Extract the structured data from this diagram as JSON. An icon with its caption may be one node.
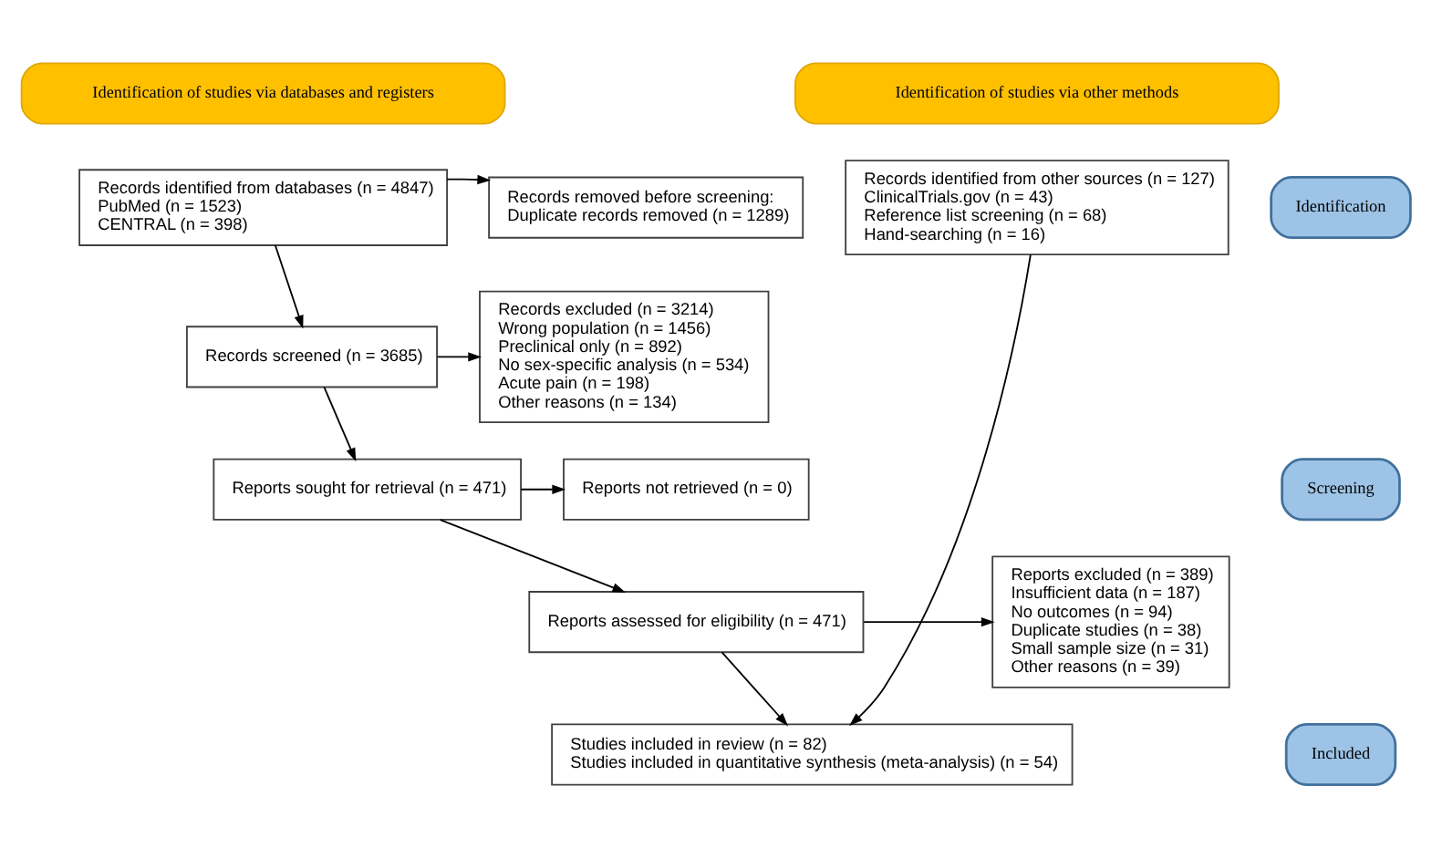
{
  "diagram": {
    "nodes": [
      {
        "text": [
          "Identification of studies via databases and registers"
        ]
      },
      {
        "text": [
          "Identification of studies via other methods"
        ]
      },
      {
        "text": [
          "Identification"
        ]
      },
      {
        "text": [
          "Screening"
        ]
      },
      {
        "text": [
          "Included"
        ]
      },
      {
        "text": [
          "Records identified from databases (n = 4847)",
          "PubMed (n = 1523)",
          "CENTRAL (n = 398)"
        ]
      },
      {
        "text": [
          "Records removed before screening:",
          "Duplicate records removed (n = 1289)"
        ]
      },
      {
        "text": [
          "Records screened (n = 3685)"
        ]
      },
      {
        "text": [
          "Records excluded (n = 3214)",
          "Wrong population (n = 1456)",
          "Preclinical only (n = 892)",
          "No sex-specific analysis (n = 534)",
          "Acute pain (n = 198)",
          "Other reasons (n = 134)"
        ]
      },
      {
        "text": [
          "Reports sought for retrieval (n = 471)"
        ]
      },
      {
        "text": [
          "Reports not retrieved (n = 0)"
        ]
      },
      {
        "text": [
          "Reports assessed for eligibility (n = 471)"
        ]
      },
      {
        "text": [
          "Reports excluded (n = 389)",
          "Insufficient data (n = 187)",
          "No outcomes (n = 94)",
          "Duplicate studies (n = 38)",
          "Small sample size (n = 31)",
          "Other reasons (n = 39)"
        ]
      },
      {
        "text": [
          "Records identified from other sources (n = 127)",
          "ClinicalTrials.gov (n = 43)",
          "Reference list screening (n = 68)",
          "Hand-searching (n = 16)"
        ]
      },
      {
        "text": [
          "Studies included in review (n = 82)",
          "Studies included in quantitative synthesis (meta-analysis) (n = 54)"
        ]
      }
    ],
    "edges": [
      {
        "from": 5,
        "to": 6,
        "arrow": "to"
      },
      {
        "from": 5,
        "to": 7,
        "arrow": "to"
      },
      {
        "from": 7,
        "to": 8,
        "arrow": "to"
      },
      {
        "from": 7,
        "to": 9,
        "arrow": "to"
      },
      {
        "from": 9,
        "to": 10,
        "arrow": "to"
      },
      {
        "from": 9,
        "to": 11,
        "arrow": "to"
      },
      {
        "from": 11,
        "to": 12,
        "arrow": "to"
      },
      {
        "from": 11,
        "to": 14,
        "arrow": "to"
      },
      {
        "from": 13,
        "to": 14,
        "arrow": "to"
      }
    ]
  }
}
